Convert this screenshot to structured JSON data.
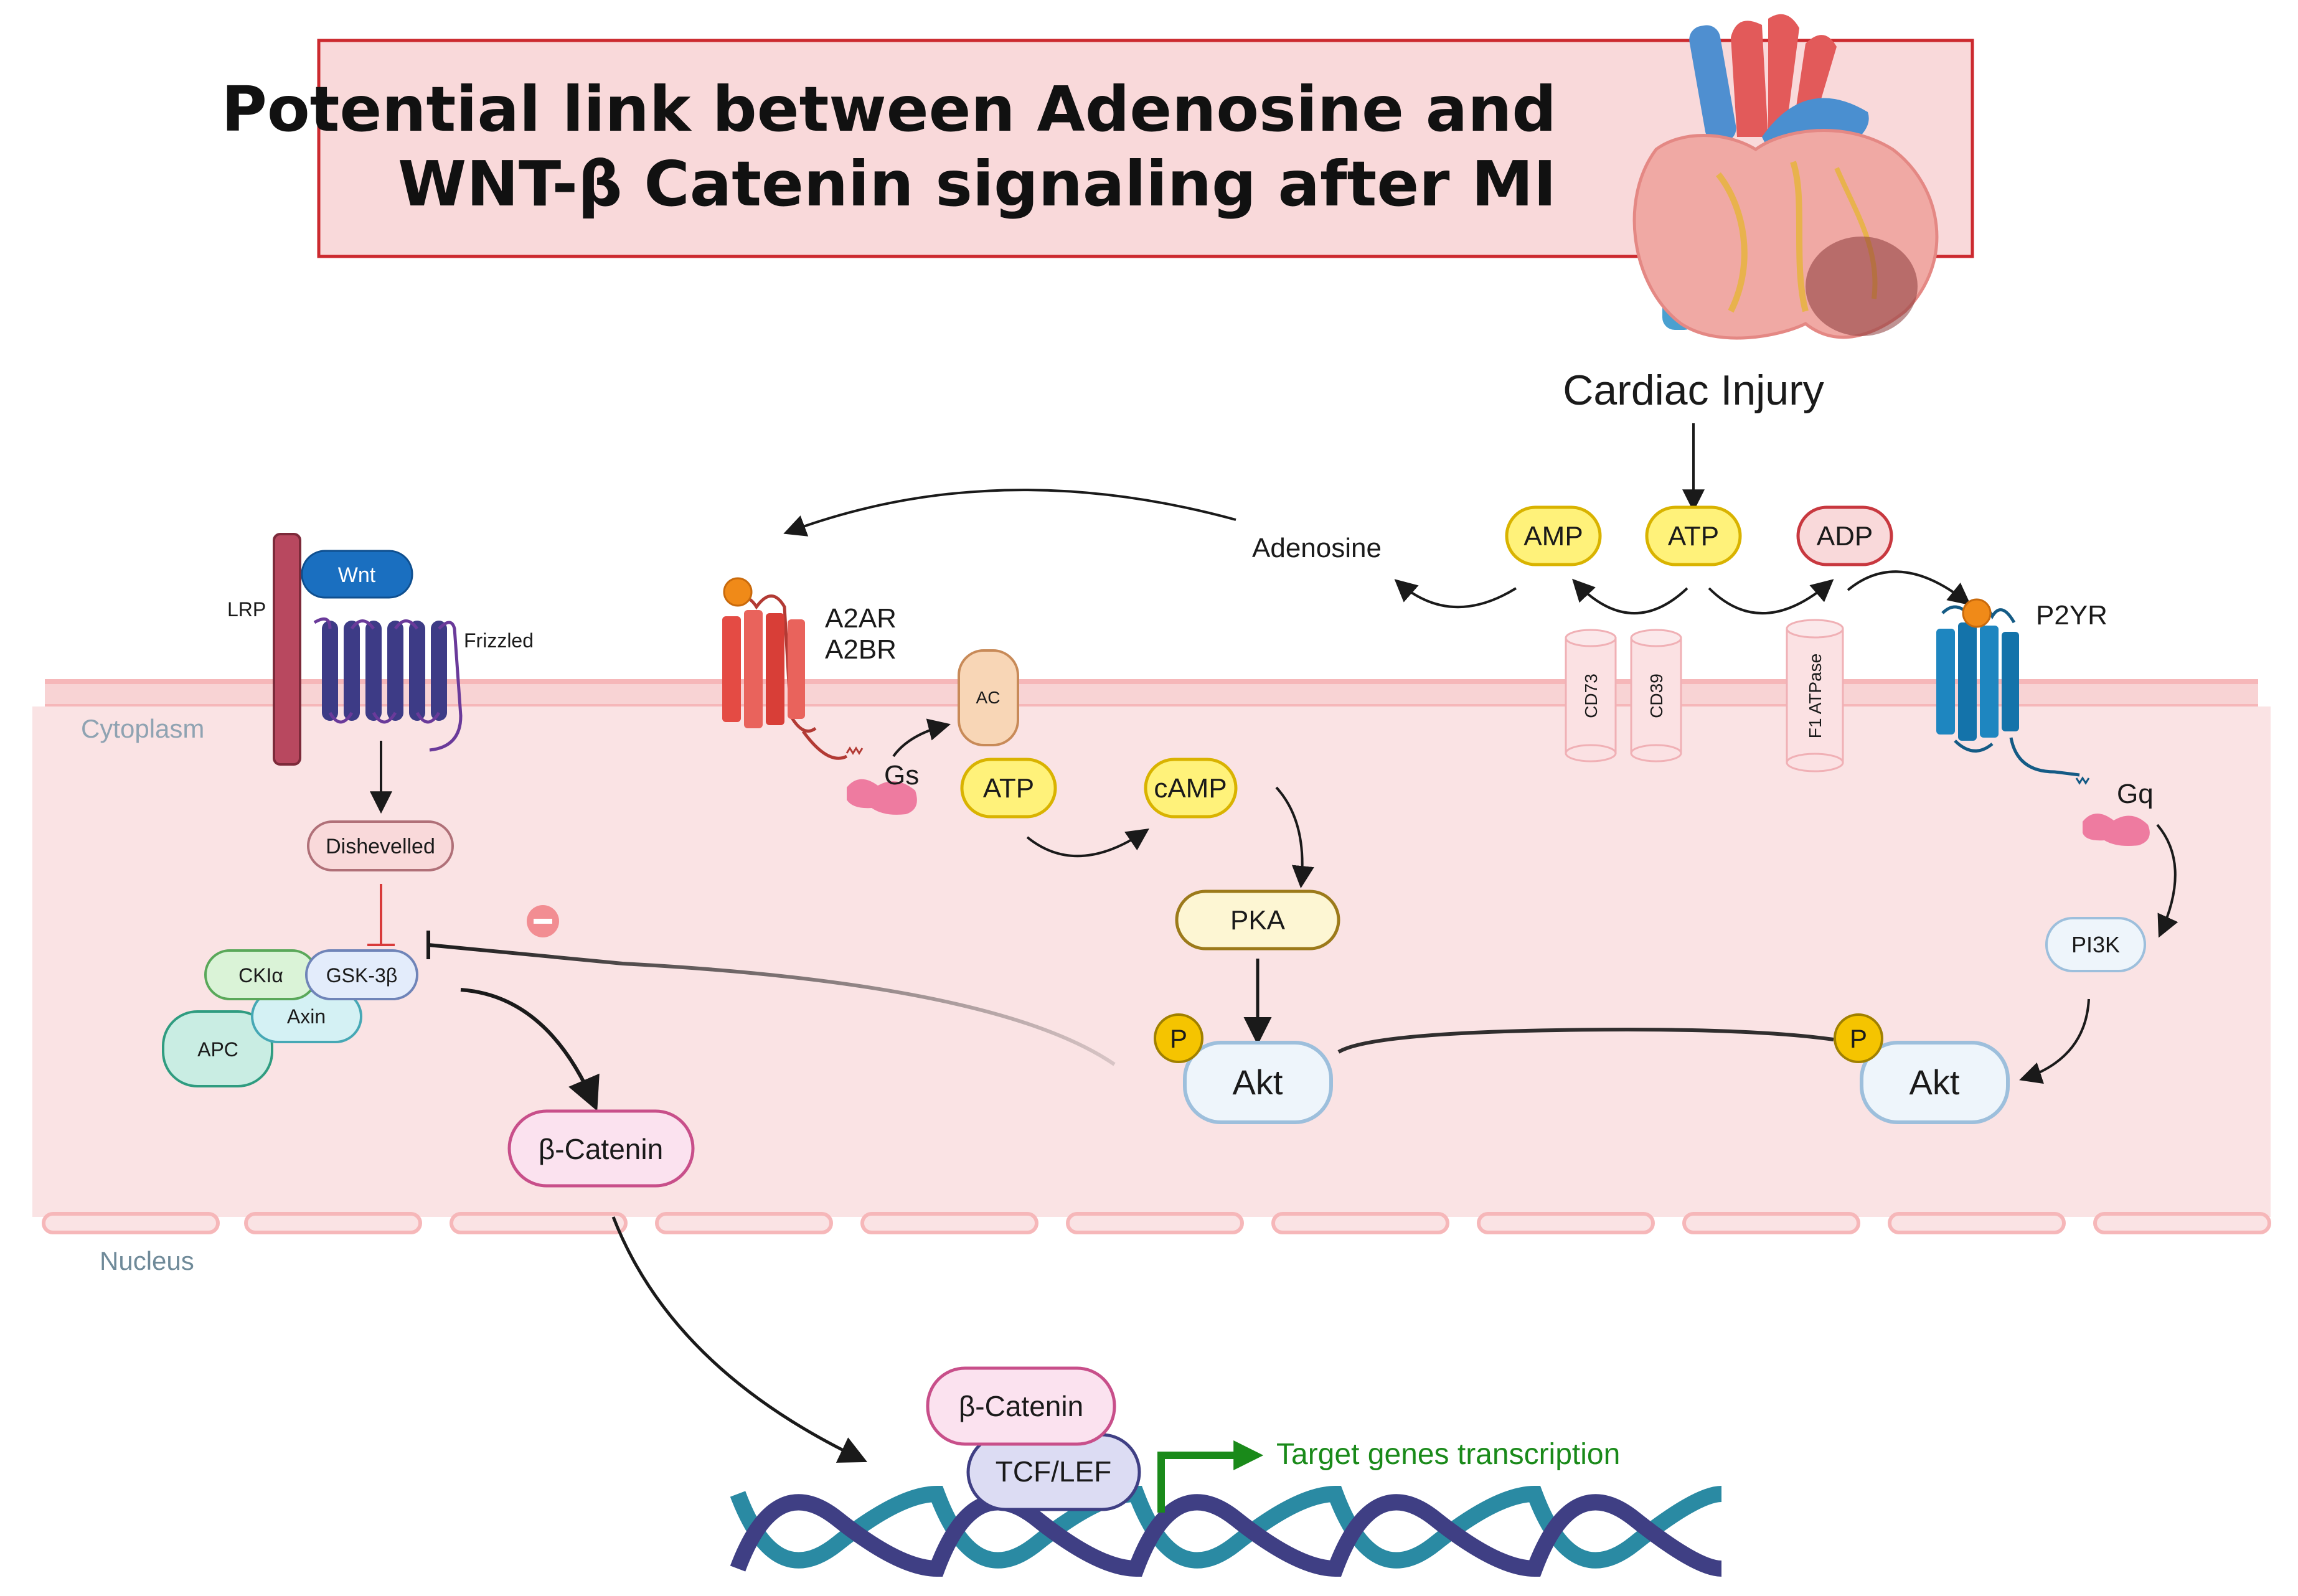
{
  "title": {
    "line1": "Potential link between Adenosine and",
    "line2": "WNT-β Catenin signaling after MI"
  },
  "compartments": {
    "cytoplasm": "Cytoplasm",
    "nucleus": "Nucleus"
  },
  "wnt_pathway": {
    "lrp": "LRP",
    "wnt": "Wnt",
    "frizzled": "Frizzled",
    "dishevelled": "Dishevelled",
    "ck1a": "CKIα",
    "gsk3b": "GSK-3β",
    "axin": "Axin",
    "apc": "APC",
    "beta_catenin": "β-Catenin"
  },
  "adenosine_pathway": {
    "cardiac_injury": "Cardiac Injury",
    "amp": "AMP",
    "atp_top": "ATP",
    "adp": "ADP",
    "adenosine": "Adenosine",
    "cd73": "CD73",
    "cd39": "CD39",
    "f1_atpase": "F1 ATPase",
    "a2ar": "A2AR",
    "a2br": "A2BR",
    "gs": "Gs",
    "ac": "AC",
    "atp_cyto": "ATP",
    "camp": "cAMP",
    "pka": "PKA",
    "p_left": "P",
    "akt_left": "Akt",
    "p2yr": "P2YR",
    "gq": "Gq",
    "pi3k": "PI3K",
    "p_right": "P",
    "akt_right": "Akt"
  },
  "nucleus_block": {
    "beta_catenin": "β-Catenin",
    "tcf_lef": "TCF/LEF",
    "target": "Target genes transcription"
  },
  "colors": {
    "title_box_fill": "#f9d9da",
    "title_box_border": "#cc2a2f",
    "membrane": "#f6b7b9",
    "cytoplasm_fill": "#fae3e4",
    "yellow_node": "#fff27a",
    "yellow_border": "#d9b300",
    "akt_fill": "#eef5fb",
    "akt_border": "#9dbfdc",
    "catenin_fill": "#fbe2ef",
    "catenin_border": "#c84f8a",
    "a2ar_receptor": "#e44b44",
    "p2yr_receptor": "#1e86c0",
    "frizzled": "#3d3b86",
    "target_green": "#1a8a1a",
    "dna_teal": "#2a8aa3",
    "dna_navy": "#3f3f84"
  }
}
